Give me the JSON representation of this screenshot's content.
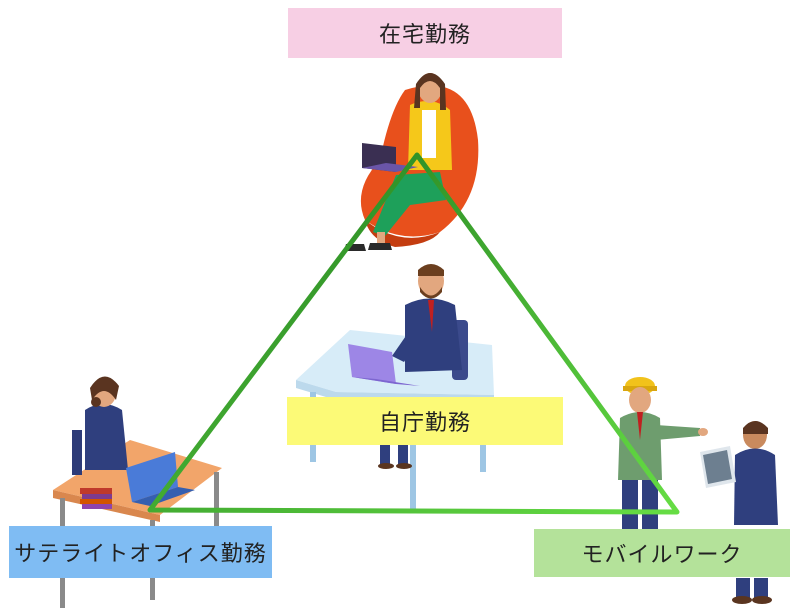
{
  "labels": {
    "top": "在宅勤務",
    "center": "自庁勤務",
    "left": "サテライトオフィス勤務",
    "right": "モバイルワーク"
  },
  "colors": {
    "triangle_dark": "#1f7a1f",
    "triangle_light": "#66dd44",
    "top_label_bg": "#f7cfe4",
    "center_label_bg": "#fcfa77",
    "left_label_bg": "#7fbcf3",
    "right_label_bg": "#b4e29a"
  },
  "illustrations": [
    "woman-in-armchair-with-laptop",
    "man-at-desk-with-laptop",
    "woman-at-desk-with-laptop-and-books",
    "worker-in-hardhat-and-man-with-laptop"
  ]
}
